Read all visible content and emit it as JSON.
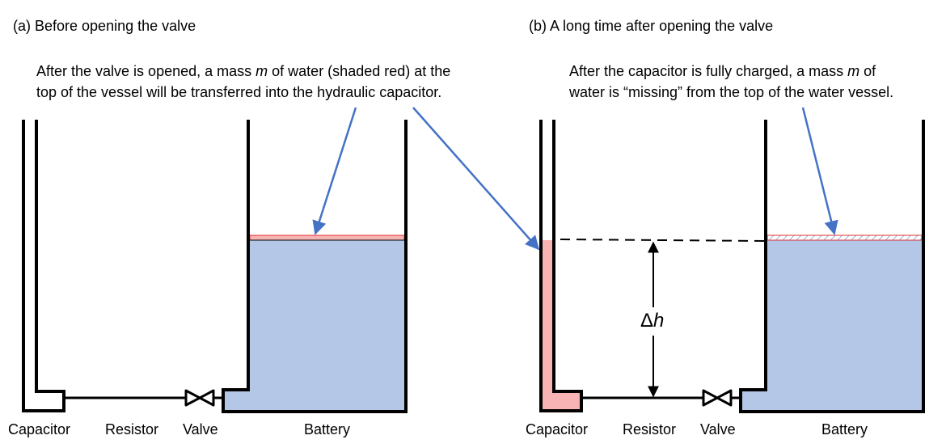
{
  "panel_a": {
    "title": "(a) Before opening the valve",
    "note_line1_pre": "After the valve is opened, a mass ",
    "note_line1_var": "m",
    "note_line1_post": " of water (shaded red) at the",
    "note_line2": "top of the vessel will be transferred into the hydraulic capacitor.",
    "labels": {
      "capacitor": "Capacitor",
      "resistor": "Resistor",
      "valve": "Valve",
      "battery": "Battery"
    }
  },
  "panel_b": {
    "title": "(b) A long time after opening the valve",
    "note_line1_pre": "After the capacitor is fully charged,  a mass ",
    "note_line1_var": "m",
    "note_line1_post": " of",
    "note_line2": "water is “missing” from the top of the water vessel.",
    "delta_h_symbol": "Δ",
    "delta_h_var": "h",
    "labels": {
      "capacitor": "Capacitor",
      "resistor": "Resistor",
      "valve": "Valve",
      "battery": "Battery"
    }
  },
  "colors": {
    "water": "#b4c7e7",
    "transferred_water": "#f8b4b4",
    "missing_water_outline": "#e03030",
    "arrow": "#4472c4",
    "vessel": "#000000"
  }
}
